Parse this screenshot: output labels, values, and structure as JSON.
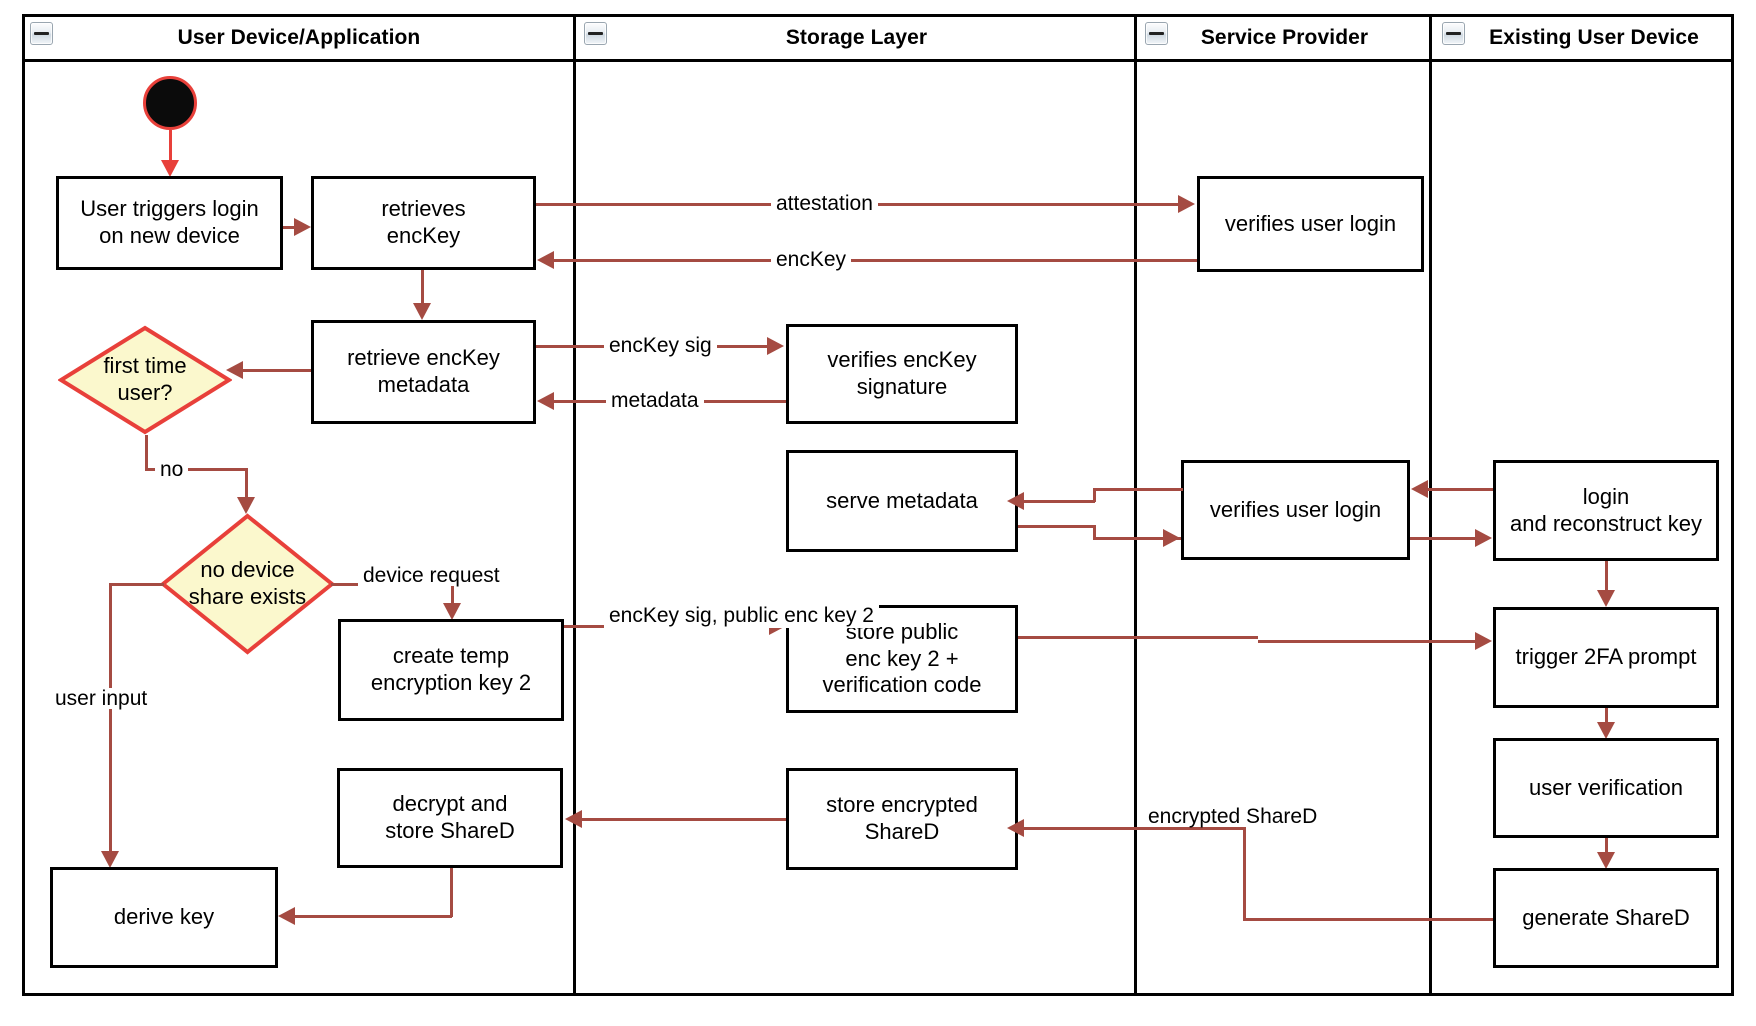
{
  "diagram": {
    "type": "uml-activity-swimlane",
    "accent_color": "#a54b42",
    "start_node_color": "#0b0b0b",
    "start_node_border": "#e8403a",
    "decision_fill": "#fbf8cd",
    "decision_border": "#e8403a",
    "node_border": "#000000",
    "background": "#ffffff",
    "lane_icon": "collapse-minus-icon"
  },
  "lanes": [
    {
      "id": "user-device-application",
      "title": "User Device/Application"
    },
    {
      "id": "storage-layer",
      "title": "Storage Layer"
    },
    {
      "id": "service-provider",
      "title": "Service Provider"
    },
    {
      "id": "existing-user-device",
      "title": "Existing User Device"
    }
  ],
  "nodes": {
    "start": {
      "label": "",
      "shape": "initial-node",
      "lane": "user-device-application"
    },
    "user_triggers_login": {
      "label": "User triggers login\non new device",
      "shape": "action",
      "lane": "user-device-application"
    },
    "retrieves_enckey": {
      "label": "retrieves\nencKey",
      "shape": "action",
      "lane": "user-device-application"
    },
    "retrieve_enckey_meta": {
      "label": "retrieve encKey\nmetadata",
      "shape": "action",
      "lane": "user-device-application"
    },
    "first_time_user": {
      "label": "first time\nuser?",
      "shape": "decision",
      "lane": "user-device-application"
    },
    "no_device_share": {
      "label": "no device\nshare exists",
      "shape": "decision",
      "lane": "user-device-application"
    },
    "create_temp_key2": {
      "label": "create temp\nencryption key 2",
      "shape": "action",
      "lane": "user-device-application"
    },
    "decrypt_store_shared": {
      "label": "decrypt and\nstore ShareD",
      "shape": "action",
      "lane": "user-device-application"
    },
    "derive_key": {
      "label": "derive key",
      "shape": "action",
      "lane": "user-device-application"
    },
    "verifies_enckey_sig": {
      "label": "verifies encKey\nsignature",
      "shape": "action",
      "lane": "storage-layer"
    },
    "serve_metadata": {
      "label": "serve metadata",
      "shape": "action",
      "lane": "storage-layer"
    },
    "store_public_key2": {
      "label": "store public\nenc key 2 +\nverification code",
      "shape": "action",
      "lane": "storage-layer"
    },
    "store_encrypted_shared": {
      "label": "store encrypted\nShareD",
      "shape": "action",
      "lane": "storage-layer"
    },
    "verifies_user_login_1": {
      "label": "verifies user login",
      "shape": "action",
      "lane": "service-provider"
    },
    "verifies_user_login_2": {
      "label": "verifies user login",
      "shape": "action",
      "lane": "service-provider"
    },
    "login_reconstruct_key": {
      "label": "login\nand reconstruct key",
      "shape": "action",
      "lane": "existing-user-device"
    },
    "trigger_2fa": {
      "label": "trigger 2FA prompt",
      "shape": "action",
      "lane": "existing-user-device"
    },
    "user_verification": {
      "label": "user verification",
      "shape": "action",
      "lane": "existing-user-device"
    },
    "generate_shared": {
      "label": "generate ShareD",
      "shape": "action",
      "lane": "existing-user-device"
    }
  },
  "edge_labels": {
    "attestation": "attestation",
    "enckey": "encKey",
    "enckey_sig": "encKey sig",
    "metadata": "metadata",
    "no": "no",
    "device_request": "device request",
    "enckey_sig_public_enc_key_2": "encKey sig,\npublic enc key 2",
    "user_input": "user input",
    "encrypted_shared": "encrypted ShareD"
  },
  "edges": [
    {
      "from": "start",
      "to": "user_triggers_login",
      "label": ""
    },
    {
      "from": "user_triggers_login",
      "to": "retrieves_enckey",
      "label": ""
    },
    {
      "from": "retrieves_enckey",
      "to": "verifies_user_login_1",
      "label": "attestation"
    },
    {
      "from": "verifies_user_login_1",
      "to": "retrieves_enckey",
      "label": "encKey"
    },
    {
      "from": "retrieves_enckey",
      "to": "retrieve_enckey_meta",
      "label": ""
    },
    {
      "from": "retrieve_enckey_meta",
      "to": "verifies_enckey_sig",
      "label": "encKey sig"
    },
    {
      "from": "verifies_enckey_sig",
      "to": "retrieve_enckey_meta",
      "label": "metadata"
    },
    {
      "from": "retrieve_enckey_meta",
      "to": "first_time_user",
      "label": ""
    },
    {
      "from": "first_time_user",
      "to": "no_device_share",
      "label": "no"
    },
    {
      "from": "no_device_share",
      "to": "create_temp_key2",
      "label": "device request"
    },
    {
      "from": "no_device_share",
      "to": "derive_key",
      "label": "user input"
    },
    {
      "from": "create_temp_key2",
      "to": "store_public_key2",
      "label": "encKey sig, public enc key 2"
    },
    {
      "from": "login_reconstruct_key",
      "to": "verifies_user_login_2",
      "label": ""
    },
    {
      "from": "verifies_user_login_2",
      "to": "serve_metadata",
      "label": ""
    },
    {
      "from": "serve_metadata",
      "to": "verifies_user_login_2",
      "label": ""
    },
    {
      "from": "verifies_user_login_2",
      "to": "login_reconstruct_key",
      "label": ""
    },
    {
      "from": "store_public_key2",
      "to": "trigger_2fa",
      "label": ""
    },
    {
      "from": "login_reconstruct_key",
      "to": "trigger_2fa",
      "label": ""
    },
    {
      "from": "trigger_2fa",
      "to": "user_verification",
      "label": ""
    },
    {
      "from": "user_verification",
      "to": "generate_shared",
      "label": ""
    },
    {
      "from": "generate_shared",
      "to": "store_encrypted_shared",
      "label": "encrypted ShareD"
    },
    {
      "from": "store_encrypted_shared",
      "to": "decrypt_store_shared",
      "label": ""
    },
    {
      "from": "decrypt_store_shared",
      "to": "derive_key",
      "label": ""
    }
  ]
}
